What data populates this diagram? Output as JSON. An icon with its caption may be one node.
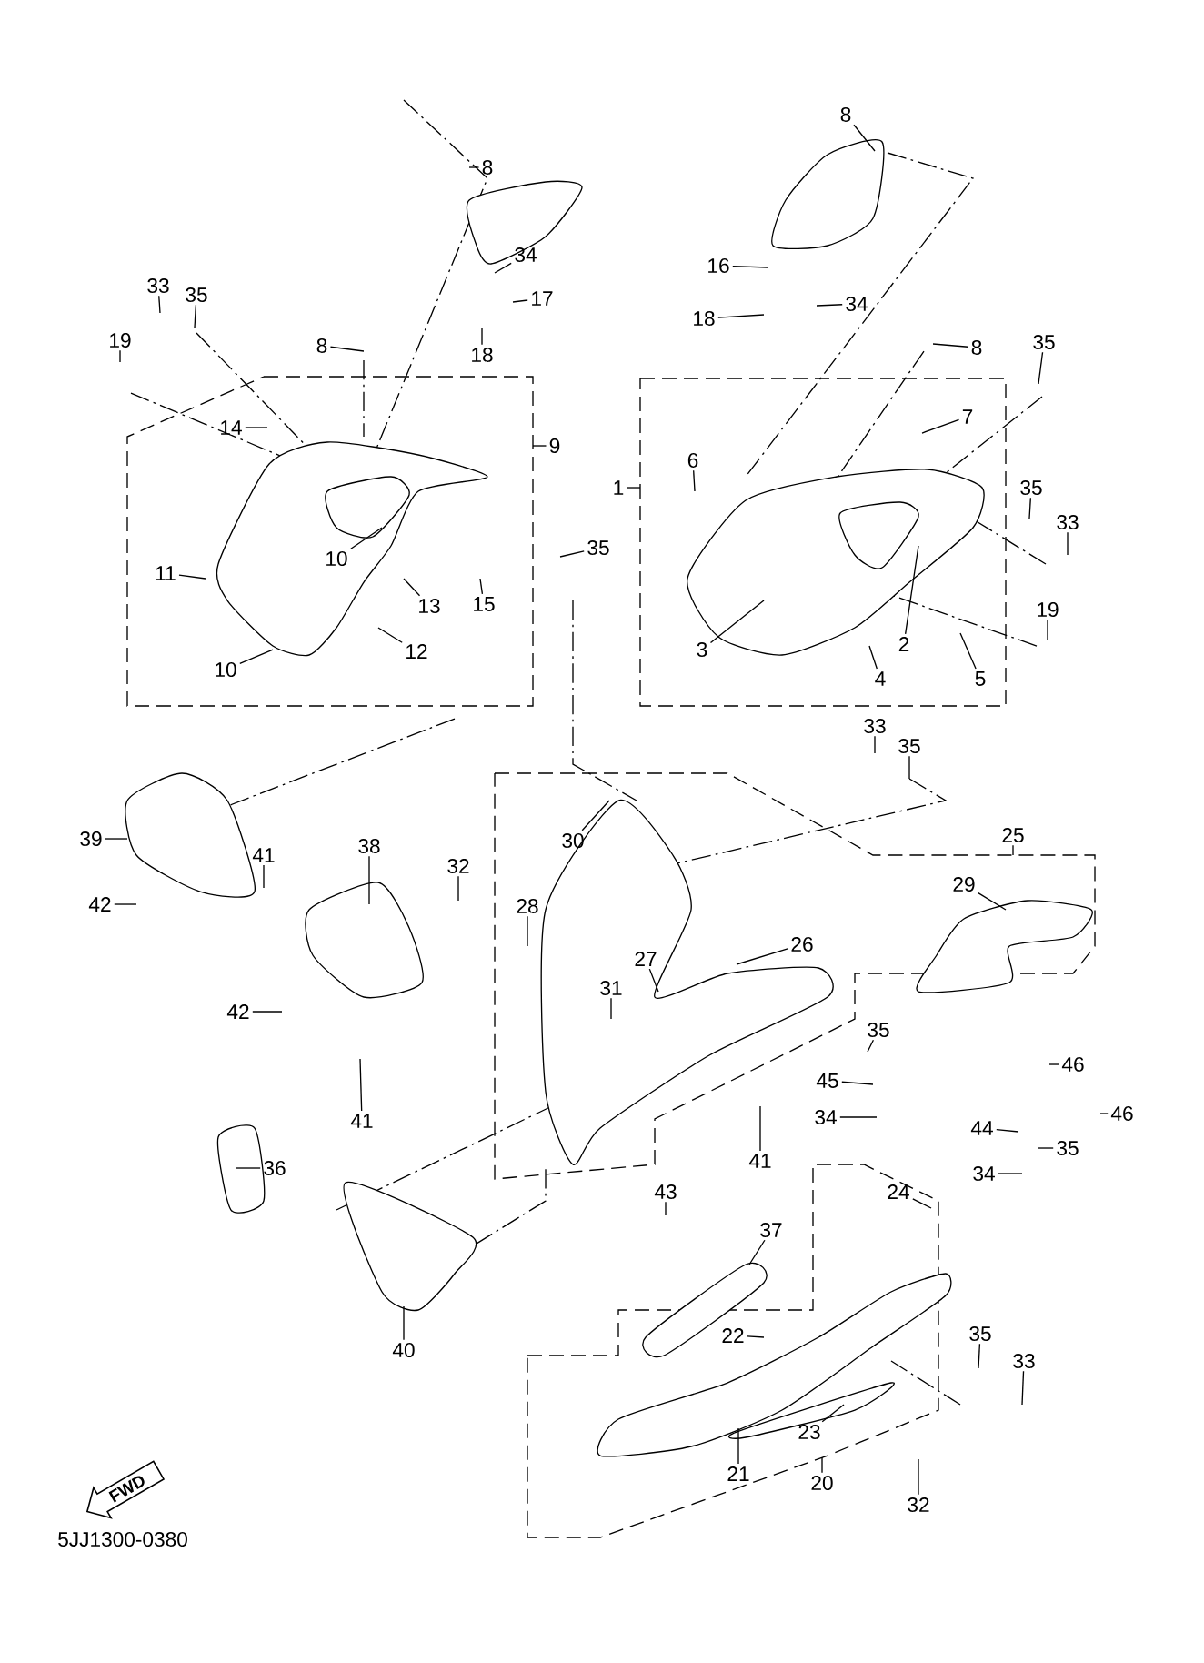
{
  "diagram": {
    "nodes": [
      {
        "text": [
          "8"
        ]
      },
      {
        "text": [
          "34"
        ]
      },
      {
        "text": [
          "33"
        ]
      },
      {
        "text": [
          "35"
        ]
      },
      {
        "text": [
          "17"
        ]
      },
      {
        "text": [
          "19"
        ]
      },
      {
        "text": [
          "8"
        ]
      },
      {
        "text": [
          "18"
        ]
      },
      {
        "text": [
          "14"
        ],
        "in": 71
      },
      {
        "text": [
          "9"
        ]
      },
      {
        "text": [
          "11"
        ],
        "in": 71
      },
      {
        "text": [
          "10"
        ],
        "in": 71
      },
      {
        "text": [
          "13"
        ],
        "in": 71
      },
      {
        "text": [
          "15"
        ],
        "in": 71
      },
      {
        "text": [
          "35"
        ]
      },
      {
        "text": [
          "12"
        ],
        "in": 71
      },
      {
        "text": [
          "10"
        ],
        "in": 71
      },
      {
        "text": [
          "8"
        ]
      },
      {
        "text": [
          "16"
        ]
      },
      {
        "text": [
          "34"
        ]
      },
      {
        "text": [
          "18"
        ]
      },
      {
        "text": [
          "8"
        ]
      },
      {
        "text": [
          "35"
        ]
      },
      {
        "text": [
          "7"
        ],
        "in": 72
      },
      {
        "text": [
          "1"
        ]
      },
      {
        "text": [
          "6"
        ],
        "in": 72
      },
      {
        "text": [
          "35"
        ]
      },
      {
        "text": [
          "33"
        ]
      },
      {
        "text": [
          "3"
        ],
        "in": 72
      },
      {
        "text": [
          "2"
        ],
        "in": 72
      },
      {
        "text": [
          "4"
        ],
        "in": 72
      },
      {
        "text": [
          "5"
        ],
        "in": 72
      },
      {
        "text": [
          "19"
        ]
      },
      {
        "text": [
          "33"
        ]
      },
      {
        "text": [
          "35"
        ]
      },
      {
        "text": [
          "25"
        ]
      },
      {
        "text": [
          "39"
        ]
      },
      {
        "text": [
          "41"
        ]
      },
      {
        "text": [
          "38"
        ]
      },
      {
        "text": [
          "32"
        ]
      },
      {
        "text": [
          "30"
        ],
        "in": 73
      },
      {
        "text": [
          "29"
        ],
        "in": 73
      },
      {
        "text": [
          "28"
        ],
        "in": 73
      },
      {
        "text": [
          "42"
        ]
      },
      {
        "text": [
          "26"
        ],
        "in": 73
      },
      {
        "text": [
          "27"
        ],
        "in": 73
      },
      {
        "text": [
          "31"
        ],
        "in": 73
      },
      {
        "text": [
          "42"
        ]
      },
      {
        "text": [
          "35"
        ]
      },
      {
        "text": [
          "46"
        ]
      },
      {
        "text": [
          "45"
        ]
      },
      {
        "text": [
          "41"
        ]
      },
      {
        "text": [
          "46"
        ]
      },
      {
        "text": [
          "34"
        ]
      },
      {
        "text": [
          "44"
        ]
      },
      {
        "text": [
          "35"
        ]
      },
      {
        "text": [
          "36"
        ]
      },
      {
        "text": [
          "41"
        ]
      },
      {
        "text": [
          "34"
        ]
      },
      {
        "text": [
          "24"
        ],
        "in": 74
      },
      {
        "text": [
          "43"
        ]
      },
      {
        "text": [
          "37"
        ],
        "in": 74
      },
      {
        "text": [
          "40"
        ]
      },
      {
        "text": [
          "22"
        ],
        "in": 74
      },
      {
        "text": [
          "35"
        ]
      },
      {
        "text": [
          "33"
        ]
      },
      {
        "text": [
          "23"
        ],
        "in": 74
      },
      {
        "text": [
          "21"
        ],
        "in": 74
      },
      {
        "text": [
          "20"
        ]
      },
      {
        "text": [
          "32"
        ]
      },
      {
        "text": [
          "FWD"
        ]
      },
      {
        "text": [],
        "shape": "box"
      },
      {
        "text": [],
        "shape": "box"
      },
      {
        "text": [],
        "shape": "box"
      },
      {
        "text": [],
        "shape": "box"
      }
    ],
    "edges": [
      {
        "from": 0,
        "to": null,
        "arrow": "none"
      },
      {
        "from": 1,
        "to": null,
        "arrow": "none"
      },
      {
        "from": 2,
        "to": null,
        "arrow": "none"
      },
      {
        "from": 3,
        "to": null,
        "arrow": "none"
      },
      {
        "from": 4,
        "to": null,
        "arrow": "none"
      },
      {
        "from": 5,
        "to": null,
        "arrow": "none"
      },
      {
        "from": 6,
        "to": null,
        "arrow": "none"
      },
      {
        "from": 7,
        "to": null,
        "arrow": "none"
      },
      {
        "from": 8,
        "to": null,
        "arrow": "none"
      },
      {
        "from": 9,
        "to": 71,
        "arrow": "none"
      },
      {
        "from": 10,
        "to": null,
        "arrow": "none"
      },
      {
        "from": 11,
        "to": null,
        "arrow": "none"
      },
      {
        "from": 12,
        "to": null,
        "arrow": "none"
      },
      {
        "from": 13,
        "to": null,
        "arrow": "none"
      },
      {
        "from": 14,
        "to": null,
        "arrow": "none"
      },
      {
        "from": 15,
        "to": null,
        "arrow": "none"
      },
      {
        "from": 16,
        "to": null,
        "arrow": "none"
      },
      {
        "from": 17,
        "to": null,
        "arrow": "none"
      },
      {
        "from": 18,
        "to": null,
        "arrow": "none"
      },
      {
        "from": 19,
        "to": null,
        "arrow": "none"
      },
      {
        "from": 20,
        "to": null,
        "arrow": "none"
      },
      {
        "from": 21,
        "to": null,
        "arrow": "none"
      },
      {
        "from": 22,
        "to": null,
        "arrow": "none"
      },
      {
        "from": 23,
        "to": null,
        "arrow": "none"
      },
      {
        "from": 24,
        "to": 72,
        "arrow": "none"
      },
      {
        "from": 25,
        "to": null,
        "arrow": "none"
      },
      {
        "from": 26,
        "to": null,
        "arrow": "none"
      },
      {
        "from": 27,
        "to": null,
        "arrow": "none"
      },
      {
        "from": 28,
        "to": null,
        "arrow": "none"
      },
      {
        "from": 29,
        "to": null,
        "arrow": "none"
      },
      {
        "from": 30,
        "to": null,
        "arrow": "none"
      },
      {
        "from": 31,
        "to": null,
        "arrow": "none"
      },
      {
        "from": 32,
        "to": null,
        "arrow": "none"
      },
      {
        "from": 33,
        "to": null,
        "arrow": "none"
      },
      {
        "from": 34,
        "to": null,
        "arrow": "none"
      },
      {
        "from": 35,
        "to": 73,
        "arrow": "none"
      },
      {
        "from": 36,
        "to": null,
        "arrow": "none"
      },
      {
        "from": 37,
        "to": null,
        "arrow": "none"
      },
      {
        "from": 38,
        "to": null,
        "arrow": "none"
      },
      {
        "from": 39,
        "to": null,
        "arrow": "none"
      },
      {
        "from": 40,
        "to": null,
        "arrow": "none"
      },
      {
        "from": 41,
        "to": null,
        "arrow": "none"
      },
      {
        "from": 42,
        "to": null,
        "arrow": "none"
      },
      {
        "from": 43,
        "to": null,
        "arrow": "none"
      },
      {
        "from": 44,
        "to": null,
        "arrow": "none"
      },
      {
        "from": 45,
        "to": null,
        "arrow": "none"
      },
      {
        "from": 46,
        "to": null,
        "arrow": "none"
      },
      {
        "from": 47,
        "to": null,
        "arrow": "none"
      },
      {
        "from": 48,
        "to": null,
        "arrow": "none"
      },
      {
        "from": 49,
        "to": null,
        "arrow": "none"
      },
      {
        "from": 50,
        "to": null,
        "arrow": "none"
      },
      {
        "from": 51,
        "to": null,
        "arrow": "none"
      },
      {
        "from": 52,
        "to": null,
        "arrow": "none"
      },
      {
        "from": 53,
        "to": null,
        "arrow": "none"
      },
      {
        "from": 54,
        "to": null,
        "arrow": "none"
      },
      {
        "from": 55,
        "to": null,
        "arrow": "none"
      },
      {
        "from": 56,
        "to": null,
        "arrow": "none"
      },
      {
        "from": 57,
        "to": null,
        "arrow": "none"
      },
      {
        "from": 58,
        "to": null,
        "arrow": "none"
      },
      {
        "from": 59,
        "to": null,
        "arrow": "none"
      },
      {
        "from": 60,
        "to": null,
        "arrow": "none"
      },
      {
        "from": 61,
        "to": null,
        "arrow": "none"
      },
      {
        "from": 62,
        "to": null,
        "arrow": "none"
      },
      {
        "from": 63,
        "to": null,
        "arrow": "none"
      },
      {
        "from": 64,
        "to": null,
        "arrow": "none"
      },
      {
        "from": 65,
        "to": null,
        "arrow": "none"
      },
      {
        "from": 66,
        "to": null,
        "arrow": "none"
      },
      {
        "from": 67,
        "to": null,
        "arrow": "none"
      },
      {
        "from": 68,
        "to": 74,
        "arrow": "none"
      },
      {
        "from": 69,
        "to": null,
        "arrow": "none"
      }
    ],
    "labels": [
      "5JJ1300-0380"
    ]
  }
}
